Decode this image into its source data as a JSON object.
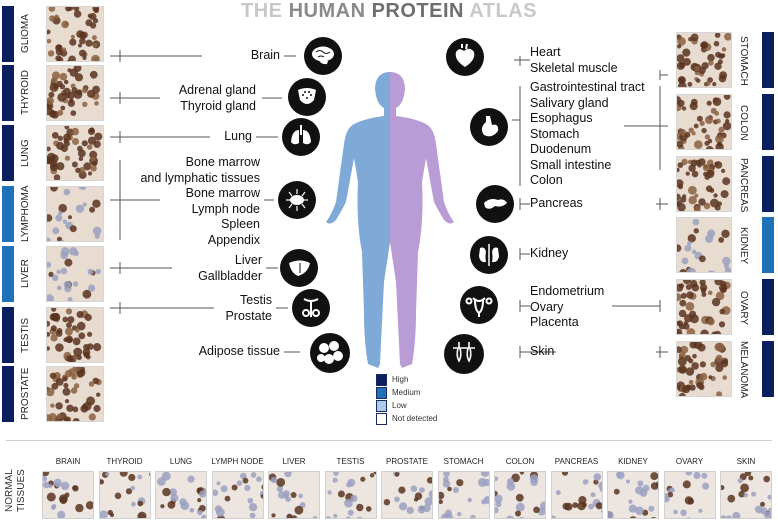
{
  "title": {
    "part1": "THE ",
    "part2": "HUMAN ",
    "part3": "PROTEIN ",
    "part4": "ATLAS"
  },
  "left_cancers": [
    {
      "label": "GLIOMA",
      "level": "High"
    },
    {
      "label": "THYROID",
      "level": "High"
    },
    {
      "label": "LUNG",
      "level": "High"
    },
    {
      "label": "LYMPHOMA",
      "level": "Medium"
    },
    {
      "label": "LIVER",
      "level": "Medium"
    },
    {
      "label": "TESTIS",
      "level": "High"
    },
    {
      "label": "PROSTATE",
      "level": "High"
    }
  ],
  "right_cancers": [
    {
      "label": "STOMACH",
      "level": "High"
    },
    {
      "label": "COLON",
      "level": "High"
    },
    {
      "label": "PANCREAS",
      "level": "High"
    },
    {
      "label": "KIDNEY",
      "level": "Medium"
    },
    {
      "label": "OVARY",
      "level": "High"
    },
    {
      "label": "MELANOMA",
      "level": "High"
    }
  ],
  "left_organs": {
    "brain": [
      "Brain"
    ],
    "endocrine": [
      "Adrenal gland",
      "Thyroid gland"
    ],
    "lung": [
      "Lung"
    ],
    "lymphoid": [
      "Bone marrow",
      "and lymphatic tissues",
      "Bone marrow",
      "Lymph node",
      "Spleen",
      "Appendix"
    ],
    "liver": [
      "Liver",
      "Gallbladder"
    ],
    "male": [
      "Testis",
      "Prostate"
    ],
    "adipose": [
      "Adipose tissue"
    ]
  },
  "right_organs": {
    "heart": [
      "Heart",
      "Skeletal muscle"
    ],
    "gi": [
      "Gastrointestinal tract",
      "Salivary gland",
      "Esophagus",
      "Stomach",
      "Duodenum",
      "Small intestine",
      "Colon"
    ],
    "pancreas": [
      "Pancreas"
    ],
    "kidney": [
      "Kidney"
    ],
    "female": [
      "Endometrium",
      "Ovary",
      "Placenta"
    ],
    "skin": [
      "Skin"
    ]
  },
  "icons": {
    "brain": "brain-icon",
    "endocrine": "thyroid-icon",
    "lung": "lungs-icon",
    "lymphoid": "lymph-node-icon",
    "liver": "liver-icon",
    "male": "male-reproductive-icon",
    "adipose": "adipose-icon",
    "heart": "heart-icon",
    "gi": "stomach-icon",
    "pancreas": "pancreas-icon",
    "kidney": "kidney-icon",
    "female": "uterus-icon",
    "skin": "skin-icon"
  },
  "legend": [
    {
      "label": "High",
      "color": "#0c1f5e"
    },
    {
      "label": "Medium",
      "color": "#1f72b8"
    },
    {
      "label": "Low",
      "color": "#a9cdea"
    },
    {
      "label": "Not detected",
      "color": "#ffffff"
    }
  ],
  "normal_tissues": {
    "label_line1": "NORMAL",
    "label_line2": "TISSUES",
    "items": [
      "BRAIN",
      "THYROID",
      "LUNG",
      "LYMPH NODE",
      "LIVER",
      "TESTIS",
      "PROSTATE",
      "STOMACH",
      "COLON",
      "PANCREAS",
      "KIDNEY",
      "OVARY",
      "SKIN"
    ]
  },
  "colors": {
    "body_male": "#7fa9d6",
    "body_female": "#b99bd6",
    "high": "#0c1f5e",
    "medium": "#1f72b8"
  }
}
